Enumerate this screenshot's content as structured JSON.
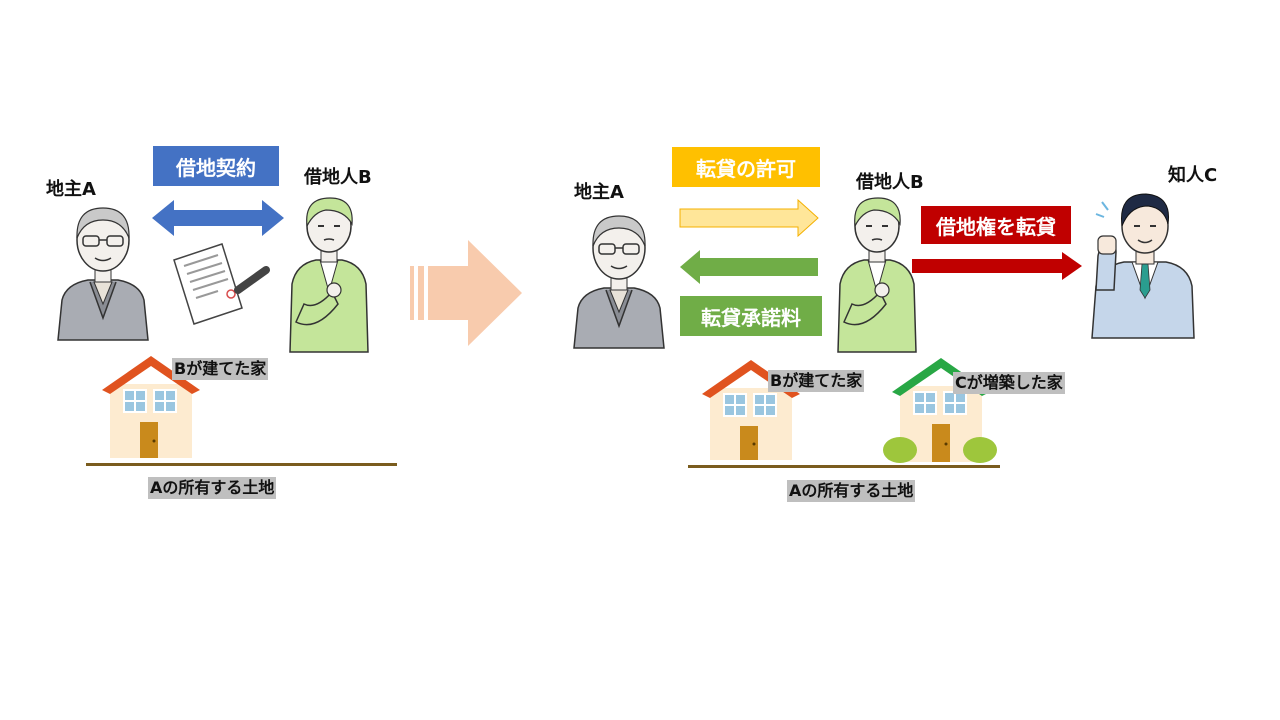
{
  "left": {
    "landlord": "地主A",
    "tenant": "借地人B",
    "contract": "借地契約",
    "house": "Bが建てた家",
    "land": "Aの所有する土地"
  },
  "right": {
    "landlord": "地主A",
    "tenant": "借地人B",
    "acquaintance": "知人C",
    "permission": "転貸の許可",
    "fee": "転貸承諾料",
    "sublease": "借地権を転貸",
    "house_b": "Bが建てた家",
    "house_c": "Cが増築した家",
    "land": "Aの所有する土地"
  },
  "colors": {
    "contract": "#4472c4",
    "permission": "#ffc000",
    "permission_arrow": "#ffe699",
    "fee": "#70ad47",
    "sublease": "#c00000",
    "transition_arrow": "#f8cbad",
    "ground": "#7a5c1e"
  },
  "icons": [
    "old-man-icon",
    "thinking-man-icon",
    "businessman-icon",
    "contract-document-icon",
    "house-icon"
  ]
}
